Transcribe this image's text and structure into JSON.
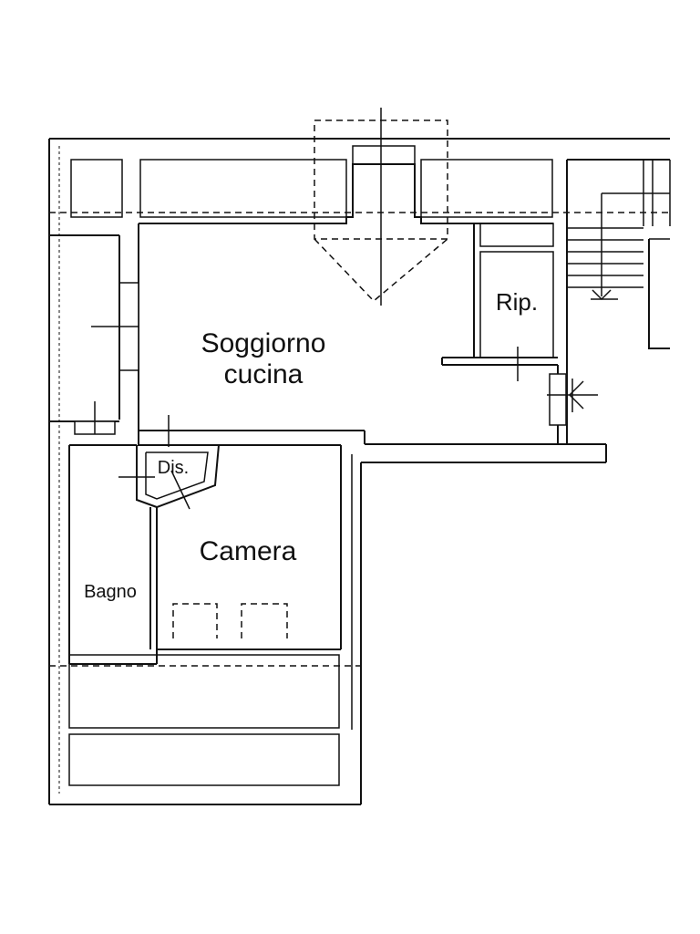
{
  "rooms": {
    "living_kitchen": {
      "line1": "Soggiorno",
      "line2": "cucina"
    },
    "storage": "Rip.",
    "hallway": "Dis.",
    "bedroom": "Camera",
    "bathroom": "Bagno"
  }
}
